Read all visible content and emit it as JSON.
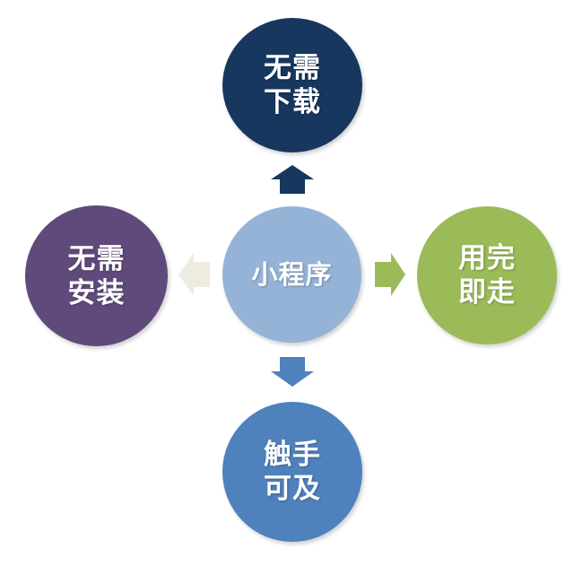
{
  "center": {
    "label": "小程序",
    "color": "#95B3D7"
  },
  "nodes": {
    "top": {
      "line1": "无需",
      "line2": "下载",
      "color": "#17375E"
    },
    "right": {
      "line1": "用完",
      "line2": "即走",
      "color": "#9BBB59"
    },
    "bottom": {
      "line1": "触手",
      "line2": "可及",
      "color": "#4F81BD"
    },
    "left": {
      "line1": "无需",
      "line2": "安装",
      "color": "#604A7B"
    }
  },
  "arrows": {
    "up": {
      "color": "#17375E",
      "icon": "arrow-up-icon"
    },
    "right": {
      "color": "#9BBB59",
      "icon": "arrow-right-icon"
    },
    "down": {
      "color": "#4F81BD",
      "icon": "arrow-down-icon"
    },
    "left": {
      "color": "#EEECE1",
      "icon": "arrow-left-icon"
    }
  }
}
